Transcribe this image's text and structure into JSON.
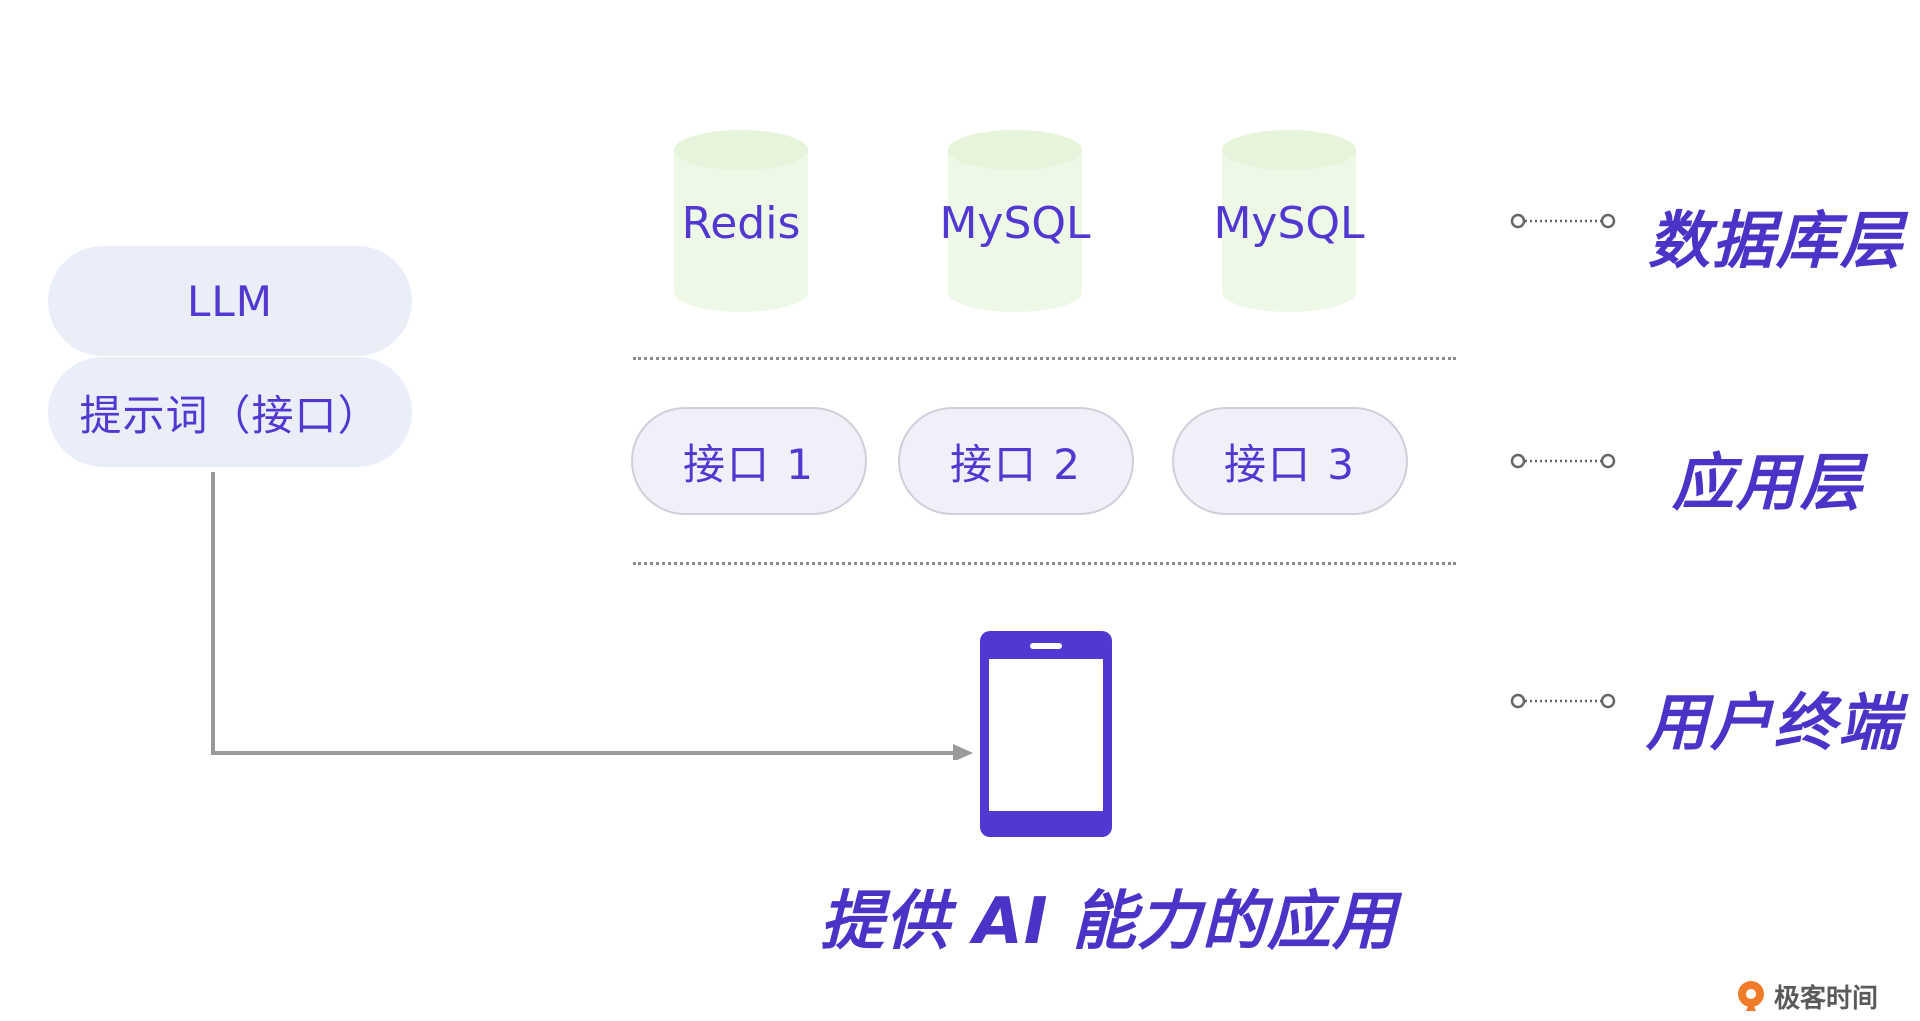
{
  "left_stack": {
    "llm_label": "LLM",
    "prompt_label": "提示词（接口）"
  },
  "database_layer": {
    "items": [
      {
        "label": "Redis"
      },
      {
        "label": "MySQL"
      },
      {
        "label": "MySQL"
      }
    ],
    "title": "数据库层"
  },
  "application_layer": {
    "items": [
      {
        "label": "接口 1"
      },
      {
        "label": "接口 2"
      },
      {
        "label": "接口 3"
      }
    ],
    "title": "应用层"
  },
  "terminal_layer": {
    "title": "用户终端"
  },
  "caption": "提供 AI 能力的应用",
  "watermark": "极客时间",
  "colors": {
    "accent": "#4a34c8",
    "pill_fill": "#e9eef9",
    "cylinder_fill": "#eef8e6",
    "interface_fill": "#f0f0fb",
    "phone": "#5237d0"
  }
}
